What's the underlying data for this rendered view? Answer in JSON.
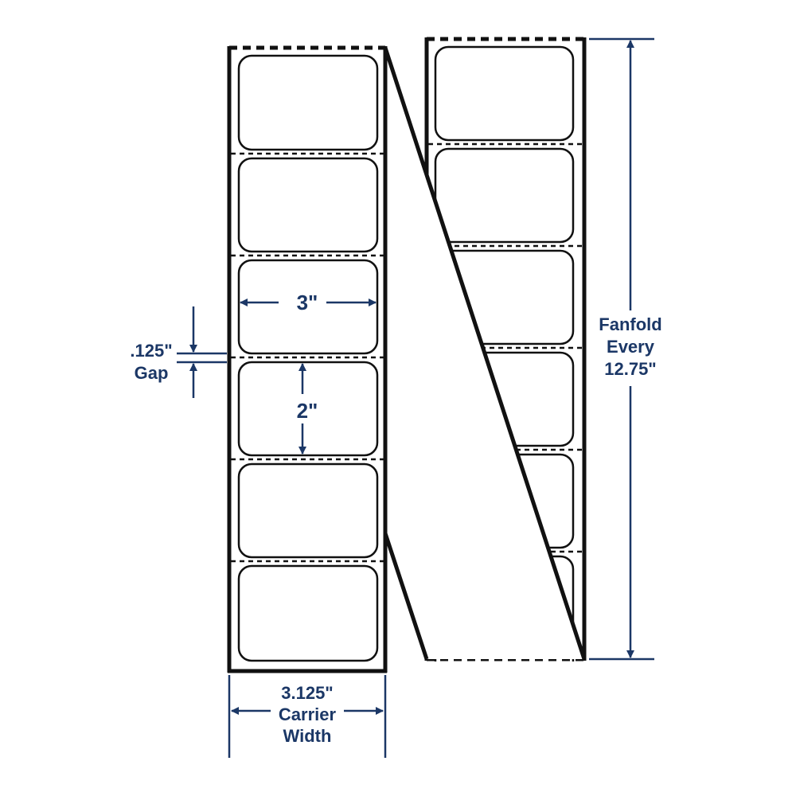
{
  "dimensions": {
    "label_width": "3\"",
    "label_height": "2\"",
    "gap_value": ".125\"",
    "gap_label": "Gap",
    "carrier_value": "3.125\"",
    "carrier_line1": "Carrier",
    "carrier_line2": "Width",
    "fanfold_line1": "Fanfold",
    "fanfold_line2": "Every",
    "fanfold_value": "12.75\""
  },
  "colors": {
    "dimension": "#1b3766",
    "outline": "#111111"
  }
}
